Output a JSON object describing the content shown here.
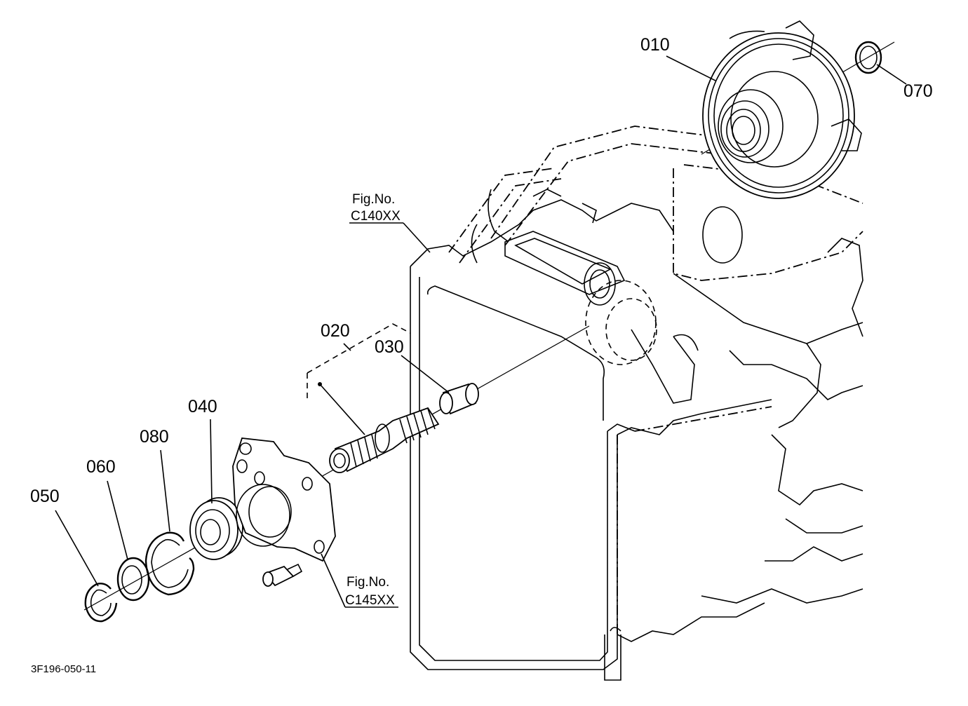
{
  "parts": [
    {
      "id": "p010",
      "label": "010"
    },
    {
      "id": "p020",
      "label": "020"
    },
    {
      "id": "p030",
      "label": "030"
    },
    {
      "id": "p040",
      "label": "040"
    },
    {
      "id": "p050",
      "label": "050"
    },
    {
      "id": "p060",
      "label": "060"
    },
    {
      "id": "p070",
      "label": "070"
    },
    {
      "id": "p080",
      "label": "080"
    }
  ],
  "references": [
    {
      "id": "ref1",
      "title": "Fig.No.",
      "code": "C140XX"
    },
    {
      "id": "ref2",
      "title": "Fig.No.",
      "code": "C145XX"
    }
  ],
  "diagram_code": "3F196-050-11"
}
